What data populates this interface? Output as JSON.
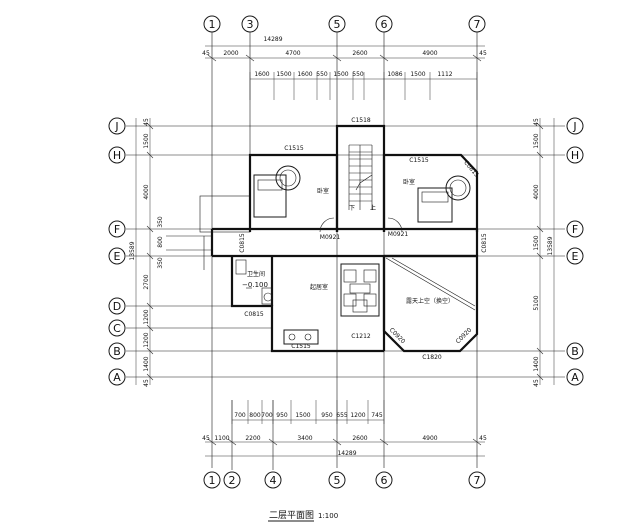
{
  "drawing": {
    "title": "二层平面图",
    "scale": "1:100",
    "total_width": "14289",
    "total_height": "13589"
  },
  "grid": {
    "top_columns": [
      "1",
      "3",
      "5",
      "6",
      "7"
    ],
    "bottom_columns": [
      "1",
      "2",
      "4",
      "5",
      "6",
      "7"
    ],
    "rows": [
      "J",
      "H",
      "F",
      "E",
      "D",
      "C",
      "B",
      "A"
    ]
  },
  "dims": {
    "top_row1": [
      "45",
      "2000",
      "4700",
      "2600",
      "4900",
      "45"
    ],
    "top_row2": [
      "1600",
      "1500",
      "1600",
      "550",
      "1500",
      "550",
      "1086",
      "1500",
      "1112"
    ],
    "bottom_row1": [
      "700",
      "800",
      "700",
      "950",
      "1500",
      "950",
      "655",
      "1200",
      "745"
    ],
    "bottom_row2": [
      "45",
      "1100",
      "2200",
      "3400",
      "2600",
      "4900",
      "45"
    ],
    "left": [
      "45",
      "1500",
      "4000",
      "350",
      "800",
      "350",
      "2700",
      "1200",
      "1200",
      "1400",
      "45"
    ],
    "right": [
      "45",
      "1500",
      "4000",
      "1500",
      "5100",
      "1400",
      "45"
    ]
  },
  "rooms": {
    "bedroom_left": "卧室",
    "bedroom_right": "卧室",
    "living": "起居室",
    "terrace": "露天上空（换空）",
    "bathroom": "卫生间",
    "elevation": "−0.100"
  },
  "labels": {
    "c1515_left": "C1515",
    "c1515_right": "C1515",
    "c1518": "C1518",
    "c0815_a": "C0815",
    "c0815_b": "C0815",
    "c0815_c": "C0815",
    "m0921_a": "M0921",
    "m0921_b": "M0921",
    "c0815_top": "C0815",
    "c1212": "C1212",
    "c1515_bottom": "C1515",
    "c1820": "C1820",
    "c0920_a": "C0920",
    "c0920_b": "C0920",
    "stair_down": "下",
    "stair_up": "上"
  }
}
